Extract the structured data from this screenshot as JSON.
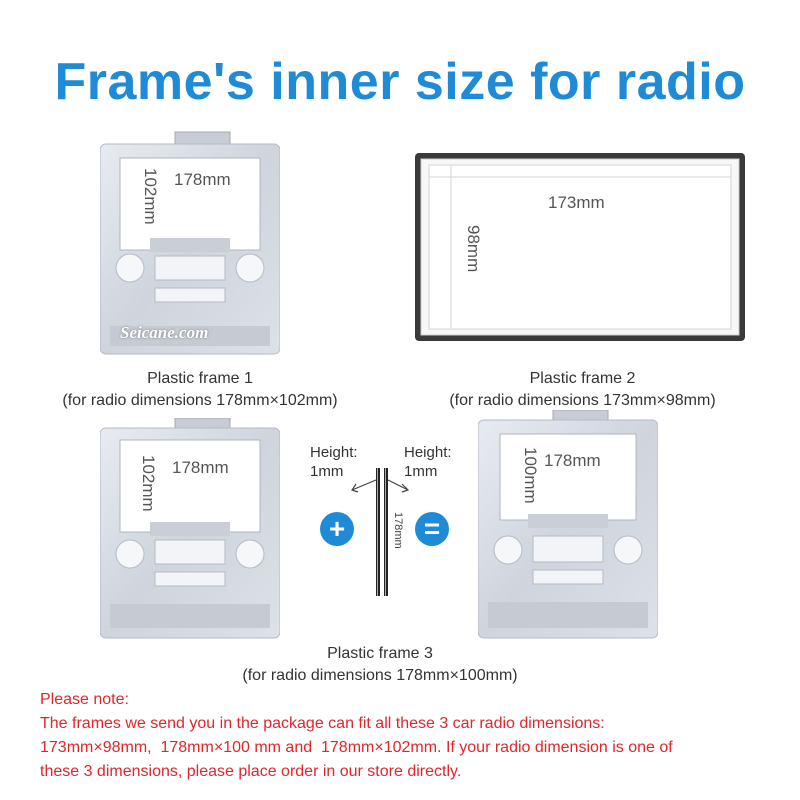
{
  "title": "Frame's inner size for radio",
  "watermark": "Seicane.com",
  "frame1": {
    "width_label": "178mm",
    "height_label": "102mm",
    "caption_line1": "Plastic frame 1",
    "caption_line2": "(for radio dimensions 178mm×102mm)"
  },
  "frame2": {
    "width_label": "173mm",
    "height_label": "98mm",
    "caption_line1": "Plastic frame 2",
    "caption_line2": "(for radio dimensions 173mm×98mm)"
  },
  "frame3": {
    "left_width_label": "178mm",
    "left_height_label": "102mm",
    "right_width_label": "178mm",
    "right_height_label": "100mm",
    "caption_line1": "Plastic frame 3",
    "caption_line2": "(for radio dimensions 178mm×100mm)"
  },
  "spacer": {
    "height_left_line1": "Height:",
    "height_left_line2": "1mm",
    "height_right_line1": "Height:",
    "height_right_line2": "1mm",
    "length_label": "178mm",
    "plus_symbol": "+",
    "equals_symbol": "="
  },
  "note": {
    "heading": "Please note:",
    "line1": "The frames we send you in the package can fit all these 3 car radio dimensions:",
    "line2": "173mm×98mm,  178mm×100 mm and  178mm×102mm. If your radio dimension is one of",
    "line3": "these 3 dimensions, please place order in our store directly."
  },
  "colors": {
    "title": "#1f8ad6",
    "note": "#e0262b",
    "frame_silver": "#d7dbe3",
    "frame_black": "#3a3a3a"
  },
  "icons": [
    "plus-circle-icon",
    "equals-circle-icon",
    "arrow-icon"
  ]
}
